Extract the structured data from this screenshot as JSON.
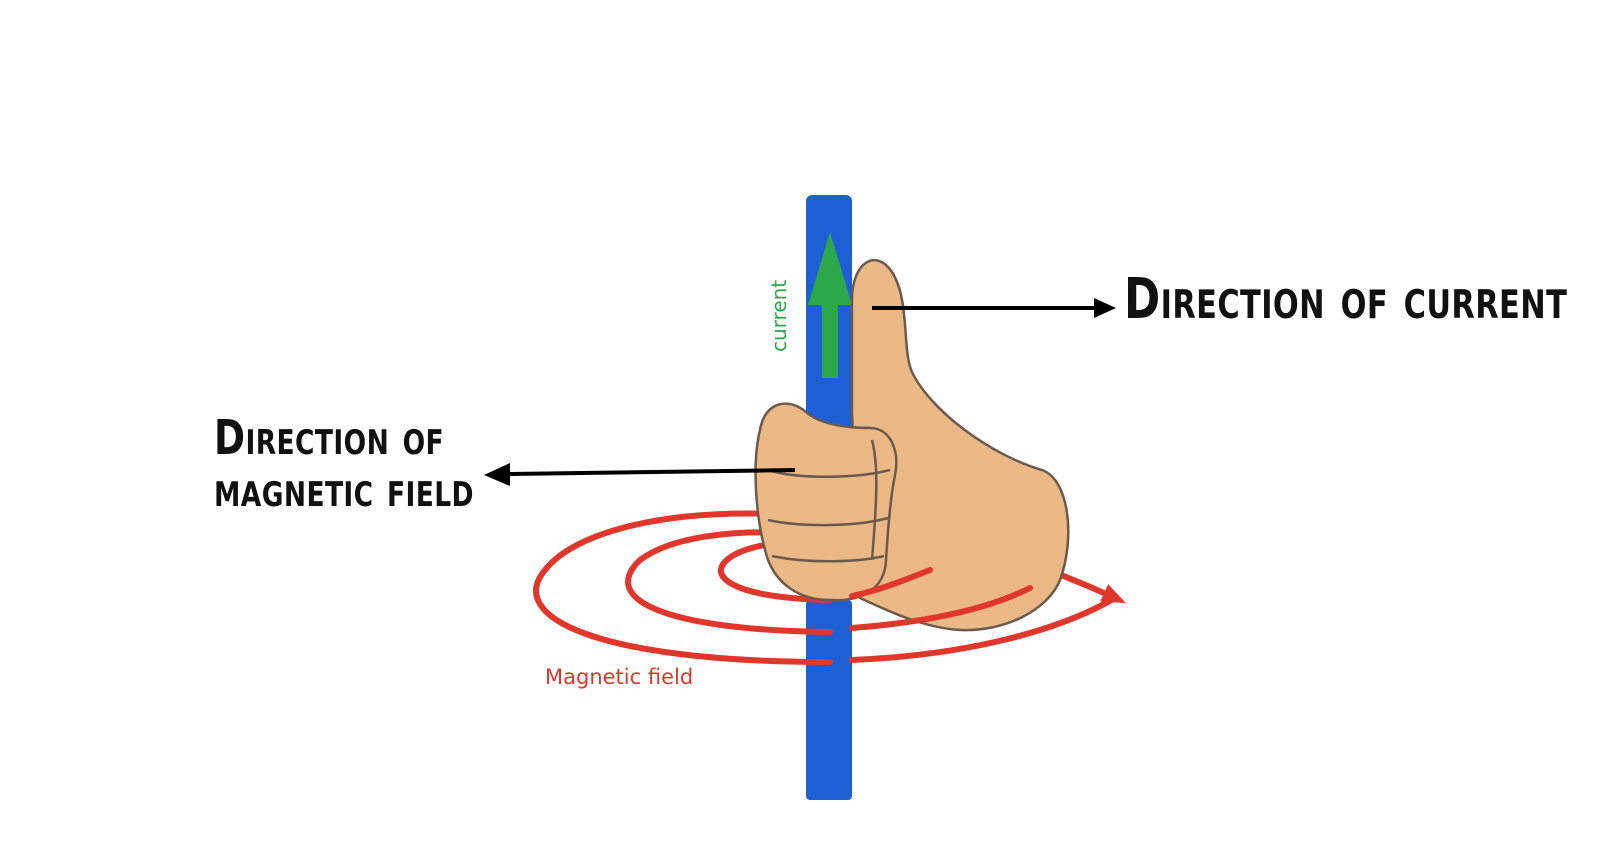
{
  "labels": {
    "current_caption": "Direction of current",
    "field_caption_line1": "Direction of",
    "field_caption_line2": "magnetic field",
    "wire_label": "current",
    "field_label": "Magnetic field"
  },
  "colors": {
    "wire": "#1f5fd6",
    "current_arrow": "#2ba84a",
    "field": "#e0362c",
    "skin": "#ecb886",
    "skin_outline": "#6b5a4e",
    "caption_text": "#111111",
    "pointer": "#000000"
  },
  "icons": {
    "hand": "right-hand-thumbs-up-icon",
    "current_arrow": "up-arrow-icon",
    "pointer_right": "right-arrow-icon",
    "pointer_left": "left-arrow-icon"
  }
}
